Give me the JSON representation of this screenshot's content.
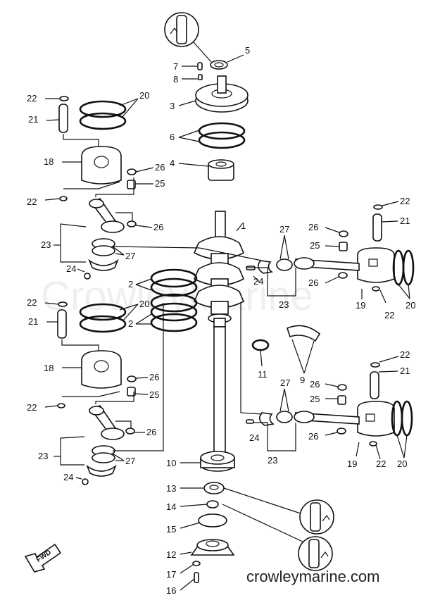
{
  "diagram": {
    "watermark": "CrowleyMarine",
    "website": "crowleymarine.com",
    "fwd_label": "FWD",
    "callouts": [
      {
        "label": "1"
      },
      {
        "label": "2"
      },
      {
        "label": "3"
      },
      {
        "label": "4"
      },
      {
        "label": "5"
      },
      {
        "label": "6"
      },
      {
        "label": "7"
      },
      {
        "label": "8"
      },
      {
        "label": "9"
      },
      {
        "label": "10"
      },
      {
        "label": "11"
      },
      {
        "label": "12"
      },
      {
        "label": "13"
      },
      {
        "label": "14"
      },
      {
        "label": "15"
      },
      {
        "label": "16"
      },
      {
        "label": "17"
      },
      {
        "label": "18"
      },
      {
        "label": "19"
      },
      {
        "label": "20"
      },
      {
        "label": "21"
      },
      {
        "label": "22"
      },
      {
        "label": "23"
      },
      {
        "label": "24"
      },
      {
        "label": "25"
      },
      {
        "label": "26"
      },
      {
        "label": "27"
      }
    ]
  }
}
